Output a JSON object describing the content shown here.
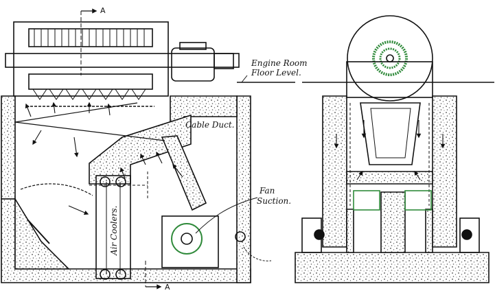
{
  "labels": {
    "section_top": "A",
    "section_bottom": "A",
    "engine_room_line1": "Engine Room",
    "engine_room_line2": "Floor Level.",
    "cable_duct": "Cable Duct.",
    "fan_line1": "Fan",
    "fan_line2": "Suction.",
    "air_coolers": "Air Coolers."
  },
  "colors": {
    "ink": "#111111",
    "concrete_dot": "#555555",
    "accent_green": "#2f8a3a",
    "background": "#ffffff"
  }
}
